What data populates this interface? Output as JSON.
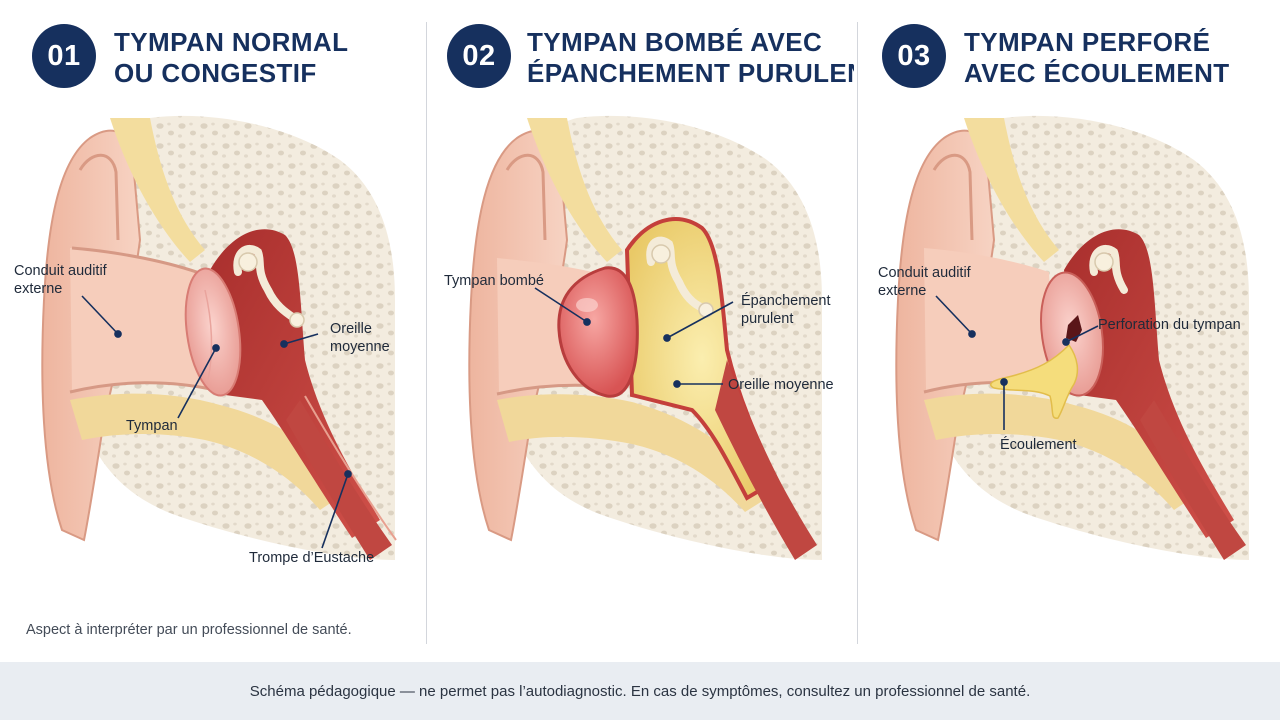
{
  "panels": [
    {
      "number": "01",
      "title_line1": "TYMPAN NORMAL",
      "title_line2": "OU CONGESTIF",
      "labels": {
        "canal_line1": "Conduit auditif",
        "canal_line2": "externe",
        "middle_line1": "Oreille",
        "middle_line2": "moyenne",
        "eardrum": "Tympan",
        "eustachian": "Trompe d’Eustache"
      },
      "note": "Aspect à interpréter par un professionnel de santé."
    },
    {
      "number": "02",
      "title_line1": "TYMPAN BOMBÉ AVEC",
      "title_line2": "ÉPANCHEMENT PURULENT",
      "labels": {
        "bulging": "Tympan bombé",
        "effusion_line1": "Épanchement",
        "effusion_line2": "purulent",
        "middle": "Oreille moyenne"
      }
    },
    {
      "number": "03",
      "title_line1": "TYMPAN PERFORÉ",
      "title_line2": "AVEC ÉCOULEMENT",
      "labels": {
        "canal_line1": "Conduit auditif",
        "canal_line2": "externe",
        "perforation": "Perforation du tympan",
        "discharge": "Écoulement"
      }
    }
  ],
  "footer": "Schéma pédagogique — ne permet pas l’autodiagnostic. En cas de symptômes, consultez un professionnel de santé.",
  "colors": {
    "navy": "#16305e",
    "skin": "#f2c2ac",
    "skin_dark": "#de9c84",
    "bone": "#f3ecdf",
    "bone_pore": "#d9cfbe",
    "middle_ear": "#b93a36",
    "pus": "#f2dc86",
    "eardrum": "#f4b3ae"
  }
}
